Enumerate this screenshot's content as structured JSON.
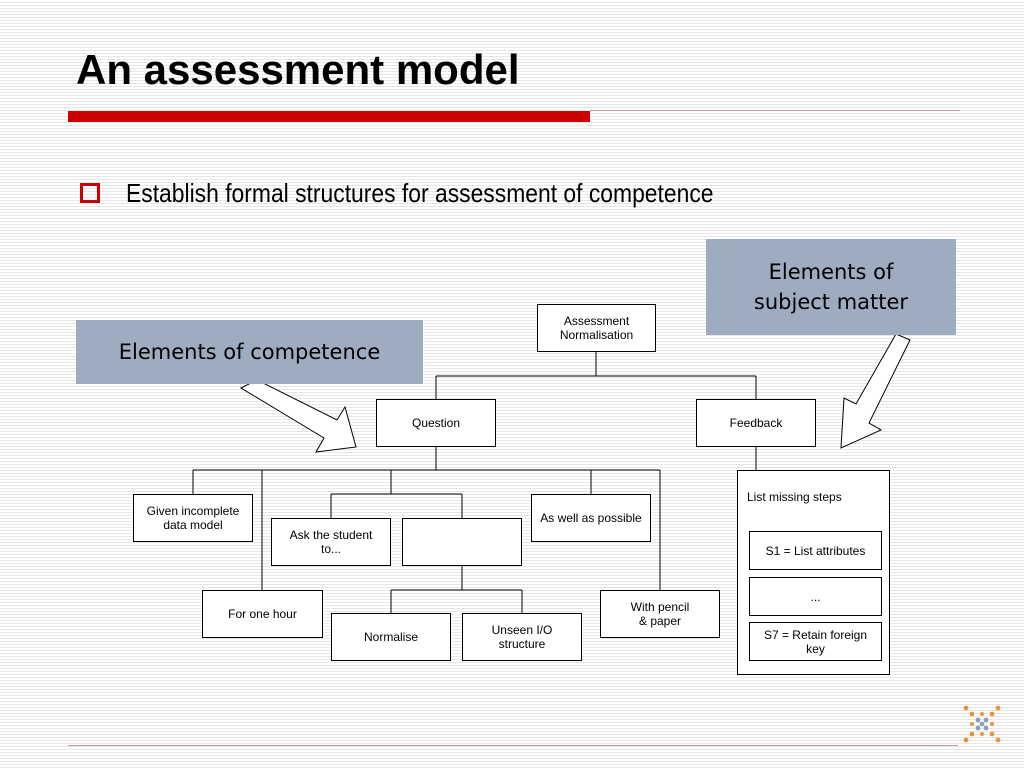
{
  "slide": {
    "title": "An assessment model",
    "bullet": "Establish formal structures for assessment of competence"
  },
  "callouts": {
    "competence": "Elements of competence",
    "subject_matter": "Elements of subject matter"
  },
  "tree": {
    "root": [
      "Assessment",
      "Normalisation"
    ],
    "question": "Question",
    "feedback": "Feedback",
    "given": [
      "Given incomplete",
      "data model"
    ],
    "ask": [
      "Ask the student",
      "to..."
    ],
    "blank": "",
    "as_well": "As well as possible",
    "one_hour": "For one hour",
    "normalise": "Normalise",
    "unseen": [
      "Unseen I/O",
      "structure"
    ],
    "pencil": [
      "With pencil",
      "& paper"
    ]
  },
  "feedback_panel": {
    "label": "List missing steps",
    "steps": [
      "S1 = List attributes",
      "...",
      "S7 = Retain foreign key"
    ]
  },
  "colors": {
    "accent_red": "#cc0000",
    "callout_fill": "#9eacbf",
    "logo_orange": "#e8953a",
    "logo_blue": "#8aa0b8"
  },
  "icons": {
    "bullet": "square-outline-icon",
    "logo": "dotted-cross-logo-icon"
  }
}
